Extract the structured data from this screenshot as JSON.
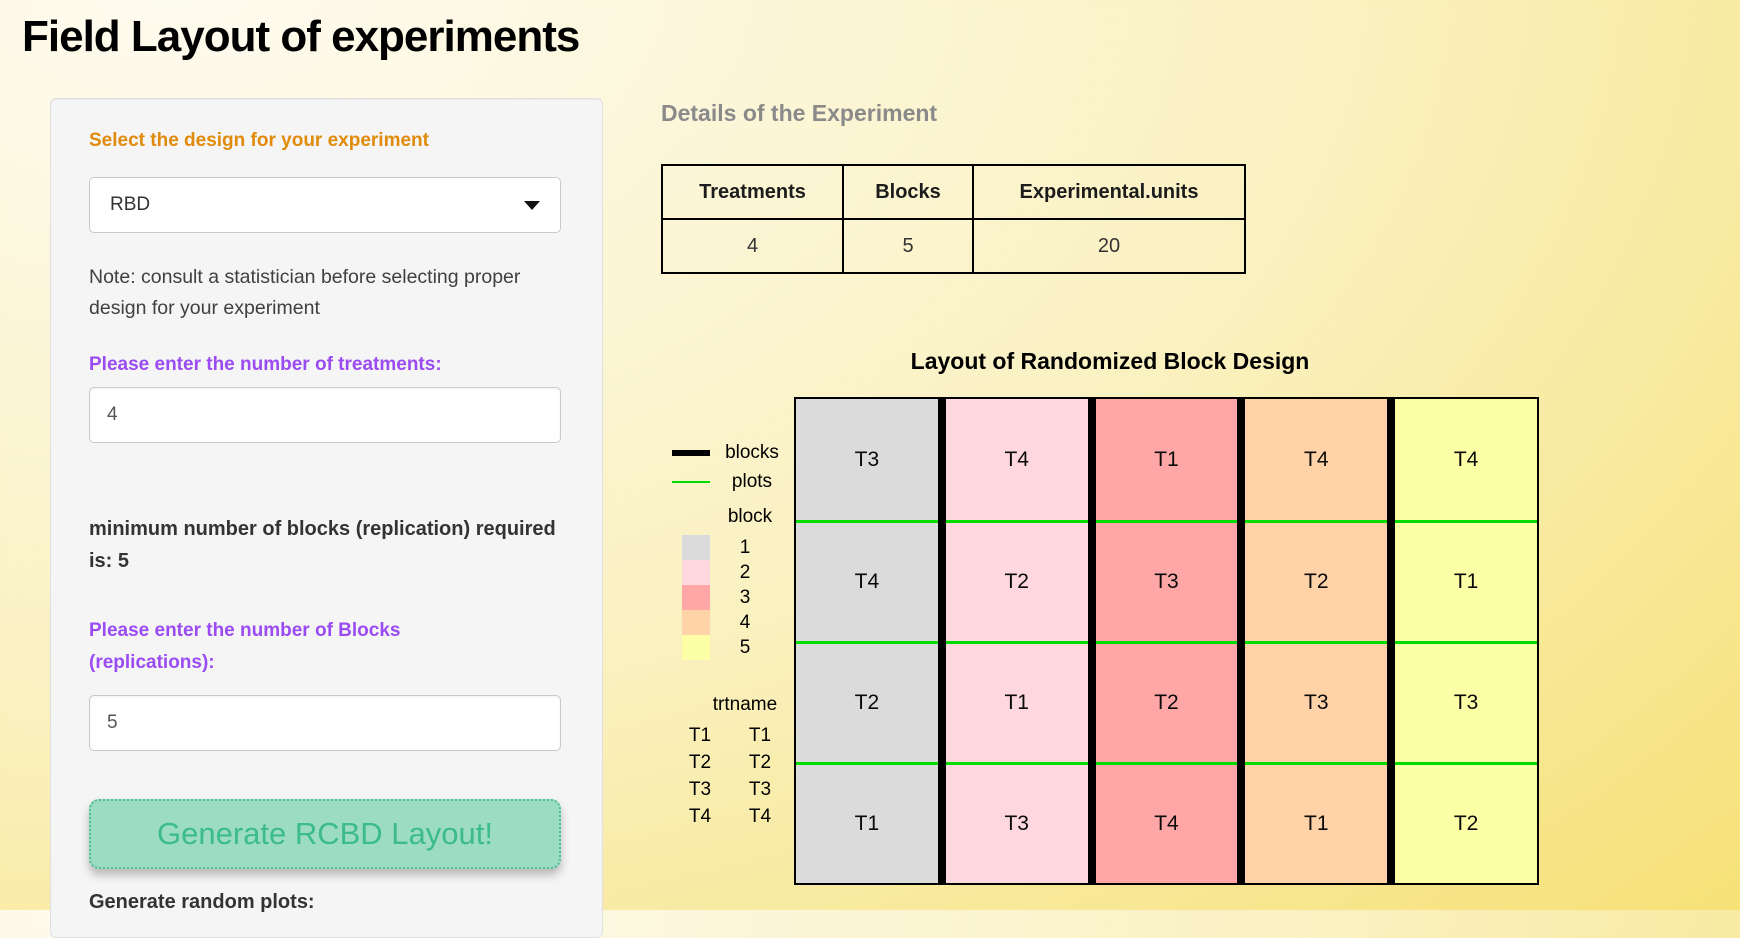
{
  "page": {
    "title": "Field Layout of experiments"
  },
  "colors": {
    "accent_orange": "#E08B0B",
    "accent_purple": "#9B4BF2",
    "button_bg": "#9BDCC3",
    "button_text": "#3CBB90",
    "button_border": "#52BE97",
    "plot_line_green": "#00DC00"
  },
  "sidebar": {
    "design_label": "Select the design for your experiment",
    "design_value": "RBD",
    "note": "Note: consult a statistician before selecting proper design for your experiment",
    "treatments_label": "Please enter the number of treatments:",
    "treatments_value": "4",
    "min_blocks_text": "minimum number of blocks (replication) required is: 5",
    "blocks_label": "Please enter the number of Blocks (replications):",
    "blocks_value": "5",
    "generate_button": "Generate RCBD Layout!",
    "random_plots_label": "Generate random plots:"
  },
  "details": {
    "heading": "Details of the Experiment",
    "table": {
      "headers": [
        "Treatments",
        "Blocks",
        "Experimental.units"
      ],
      "values": [
        "4",
        "5",
        "20"
      ]
    }
  },
  "plot": {
    "title": "Layout of Randomized Block Design",
    "line_legend": [
      {
        "label": "blocks",
        "color": "#000000",
        "thick": true
      },
      {
        "label": "plots",
        "color": "#00DC00",
        "thick": false
      }
    ],
    "block_legend": {
      "title": "block",
      "items": [
        {
          "label": "1",
          "color": "#DBDBDB"
        },
        {
          "label": "2",
          "color": "#FFD7DE"
        },
        {
          "label": "3",
          "color": "#FFA7A7"
        },
        {
          "label": "4",
          "color": "#FFD3A7"
        },
        {
          "label": "5",
          "color": "#FDFFA6"
        }
      ]
    },
    "trt_legend": {
      "title": "trtname",
      "rows": [
        [
          "T1",
          "T1"
        ],
        [
          "T2",
          "T2"
        ],
        [
          "T3",
          "T3"
        ],
        [
          "T4",
          "T4"
        ]
      ]
    },
    "columns": [
      {
        "block": "1",
        "color": "#DBDBDB",
        "cells": [
          "T3",
          "T4",
          "T2",
          "T1"
        ]
      },
      {
        "block": "2",
        "color": "#FFD7DE",
        "cells": [
          "T4",
          "T2",
          "T1",
          "T3"
        ]
      },
      {
        "block": "3",
        "color": "#FFA7A7",
        "cells": [
          "T1",
          "T3",
          "T2",
          "T4"
        ]
      },
      {
        "block": "4",
        "color": "#FFD3A7",
        "cells": [
          "T4",
          "T2",
          "T3",
          "T1"
        ]
      },
      {
        "block": "5",
        "color": "#FDFFA6",
        "cells": [
          "T4",
          "T1",
          "T3",
          "T2"
        ]
      }
    ]
  }
}
